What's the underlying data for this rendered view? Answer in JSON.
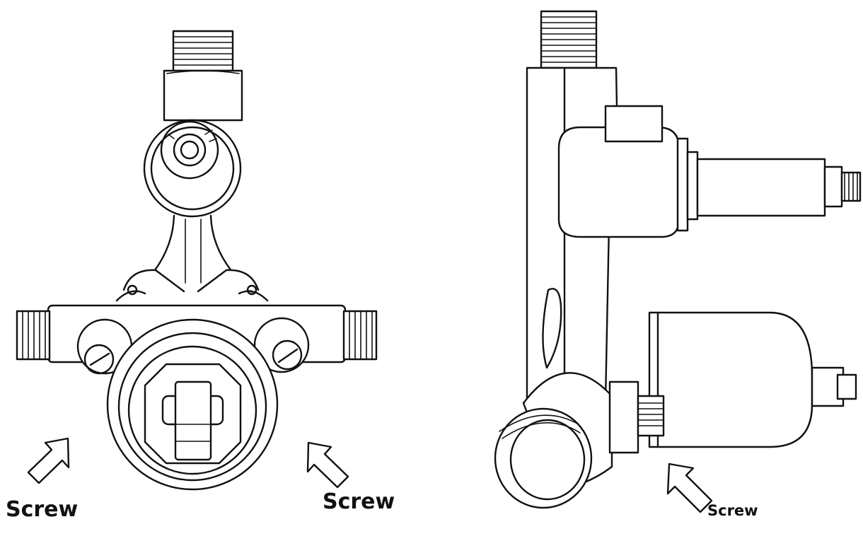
{
  "labels": {
    "screw_left": "Screw",
    "screw_middle": "Screw",
    "screw_right": "Screw"
  },
  "icons": [
    "arrow-icon",
    "arrow-icon",
    "arrow-icon"
  ]
}
